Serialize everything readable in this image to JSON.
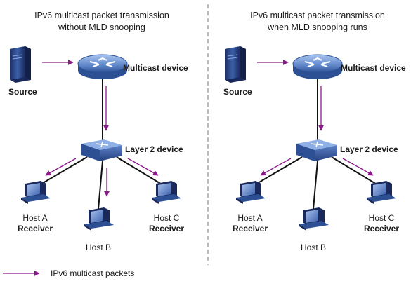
{
  "panels": [
    {
      "title_line1": "IPv6 multicast packet transmission",
      "title_line2": "without MLD snooping",
      "source_label": "Source",
      "router_label": "Multicast device",
      "switch_label": "Layer 2 device",
      "hosts": [
        {
          "name": "Host A",
          "role": "Receiver"
        },
        {
          "name": "Host B",
          "role": ""
        },
        {
          "name": "Host C",
          "role": "Receiver"
        }
      ]
    },
    {
      "title_line1": "IPv6 multicast packet transmission",
      "title_line2": "when MLD snooping runs",
      "source_label": "Source",
      "router_label": "Multicast device",
      "switch_label": "Layer 2 device",
      "hosts": [
        {
          "name": "Host A",
          "role": "Receiver"
        },
        {
          "name": "Host B",
          "role": ""
        },
        {
          "name": "Host C",
          "role": "Receiver"
        }
      ]
    }
  ],
  "legend": {
    "label": "IPv6 multicast packets"
  },
  "colors": {
    "arrow": "#8b1a8b",
    "link": "#111111",
    "device": "#3b5fa8",
    "divider": "#777777"
  }
}
